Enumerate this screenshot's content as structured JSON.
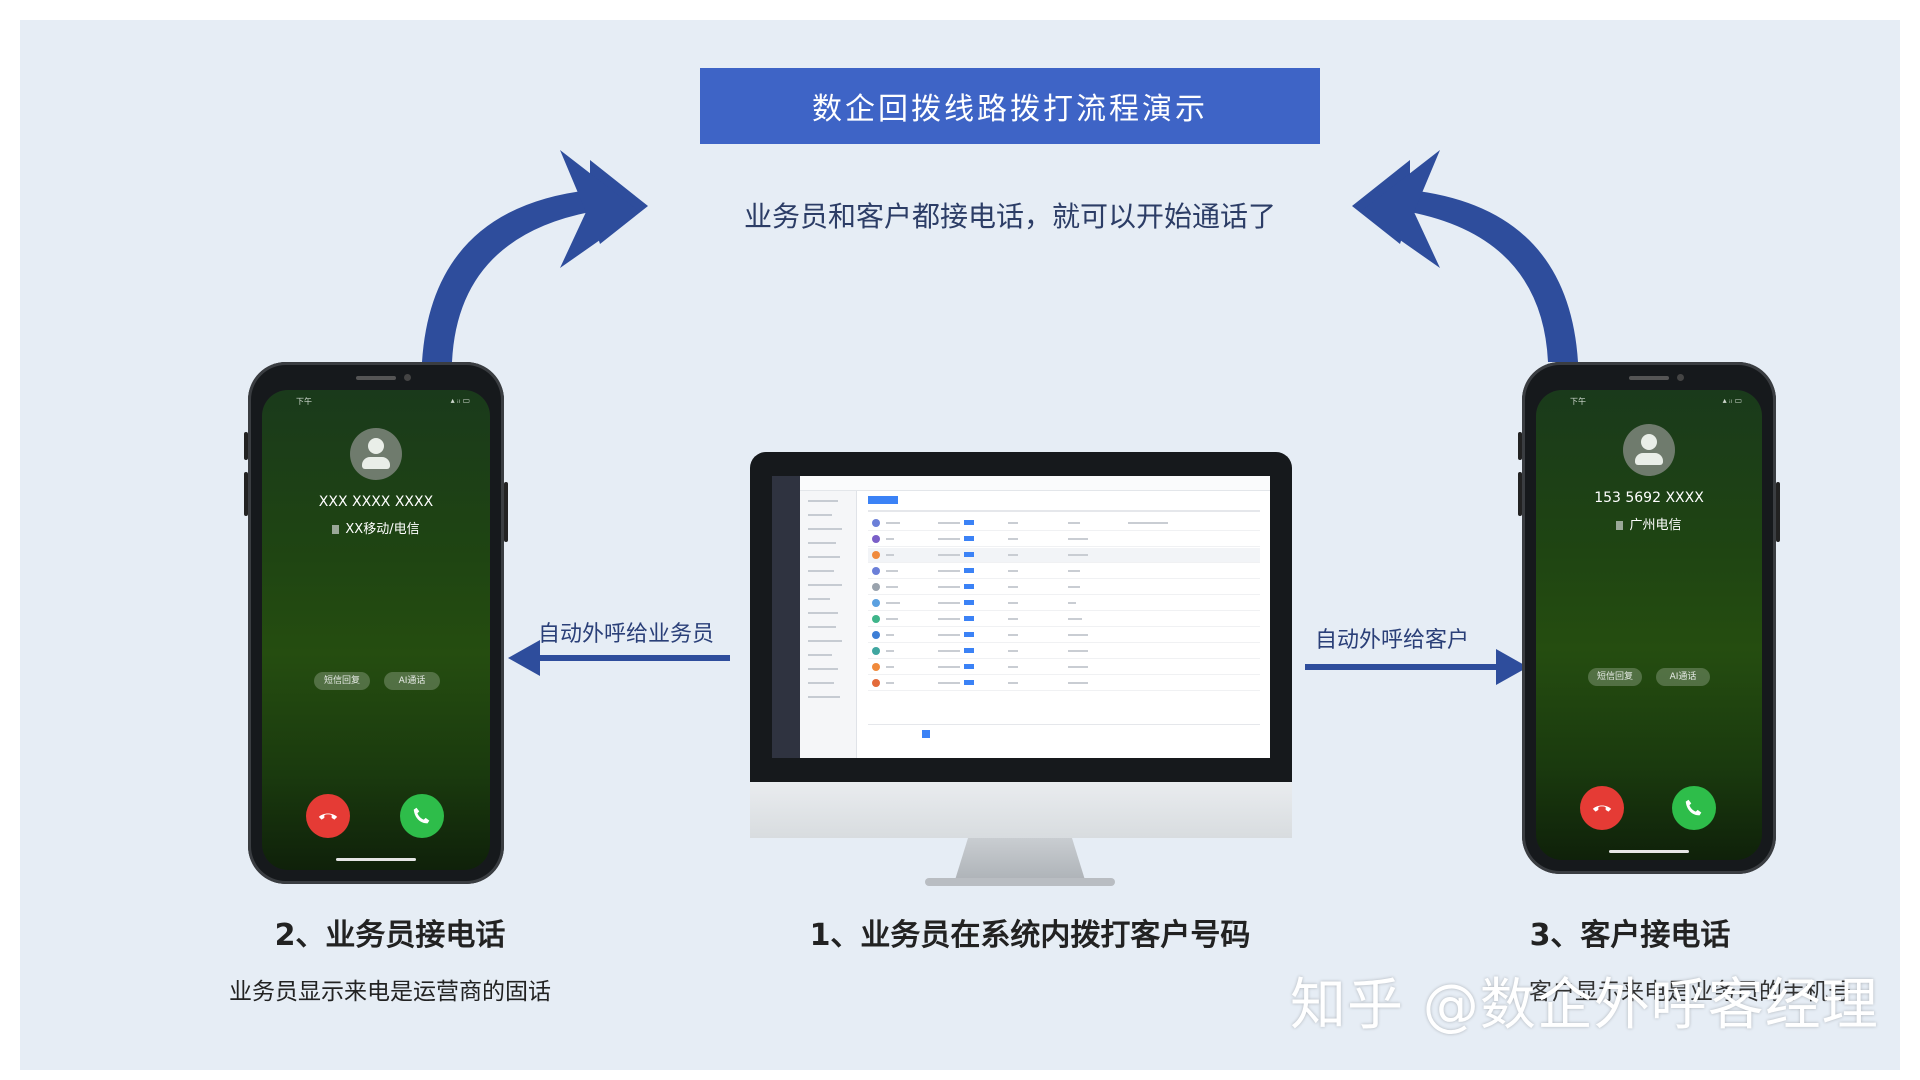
{
  "title": "数企回拨线路拨打流程演示",
  "subtitle": "业务员和客户都接电话，就可以开始通话了",
  "left_phone": {
    "number": "XXX XXXX XXXX",
    "carrier": "XX移动/电信",
    "btn_sms": "短信回复",
    "btn_ai": "AI通话"
  },
  "right_phone": {
    "number": "153 5692 XXXX",
    "carrier": "广州电信",
    "btn_sms": "短信回复",
    "btn_ai": "AI通话"
  },
  "arrow_left_label": "自动外呼给业务员",
  "arrow_right_label": "自动外呼给客户",
  "steps": {
    "step1": "1、业务员在系统内拨打客户号码",
    "step2": "2、业务员接电话",
    "step2_desc": "业务员显示来电是运营商的固话",
    "step3": "3、客户接电话",
    "step3_desc": "客户显示来电是业务员的手机号"
  },
  "watermark": "知乎 @数企外呼客经理",
  "colors": {
    "title_bg": "#3e64c6",
    "arrow": "#2e4d9c",
    "panel_bg": "#e6edf5",
    "decline": "#e53b35",
    "accept": "#2ebd4a"
  },
  "icons": [
    "curved-arrow-icon",
    "straight-arrow-icon",
    "avatar-icon",
    "decline-call-icon",
    "accept-call-icon",
    "sim-icon"
  ]
}
